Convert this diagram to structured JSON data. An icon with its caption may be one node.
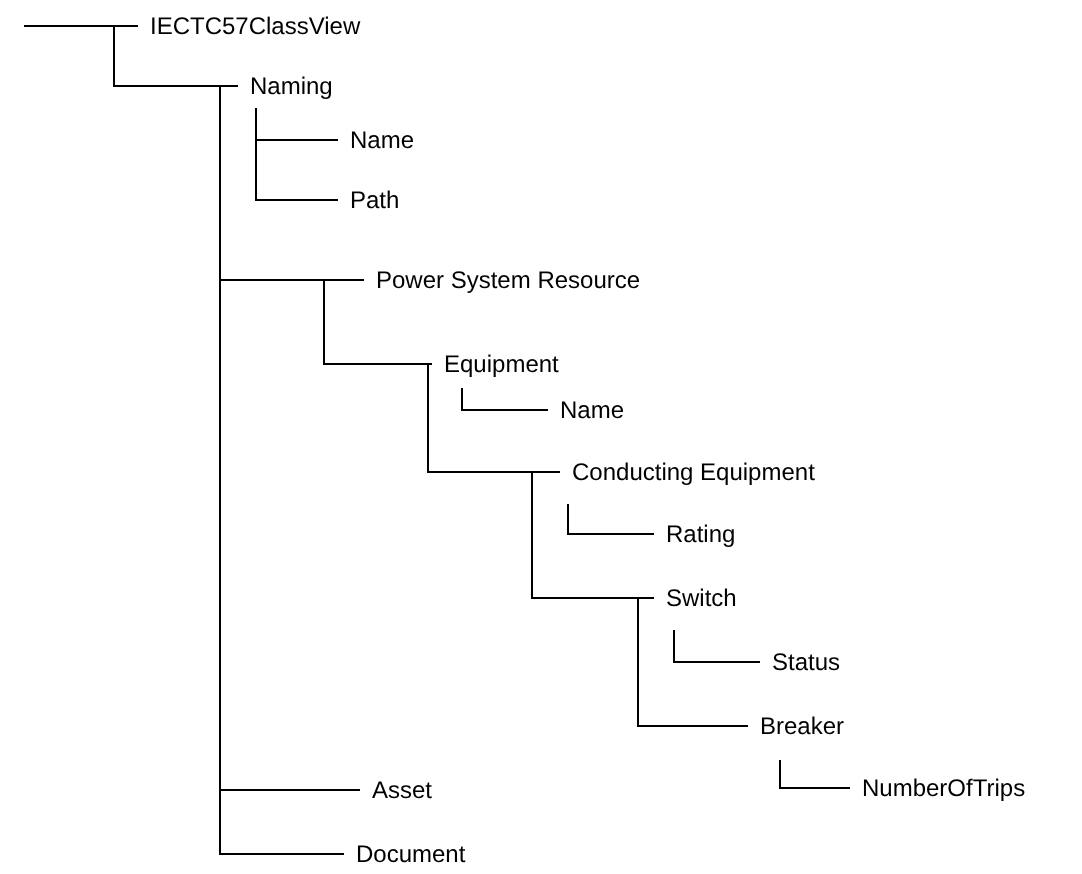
{
  "diagram": {
    "nodes": [
      {
        "text": [
          "IECTC57ClassView"
        ]
      },
      {
        "text": [
          "Naming"
        ]
      },
      {
        "text": [
          "Name"
        ]
      },
      {
        "text": [
          "Path"
        ]
      },
      {
        "text": [
          "Power System Resource"
        ]
      },
      {
        "text": [
          "Equipment"
        ]
      },
      {
        "text": [
          "Name"
        ]
      },
      {
        "text": [
          "Conducting Equipment"
        ]
      },
      {
        "text": [
          "Rating"
        ]
      },
      {
        "text": [
          "Switch"
        ]
      },
      {
        "text": [
          "Status"
        ]
      },
      {
        "text": [
          "Breaker"
        ]
      },
      {
        "text": [
          "NumberOfTrips"
        ]
      },
      {
        "text": [
          "Asset"
        ]
      },
      {
        "text": [
          "Document"
        ]
      }
    ],
    "edges": [
      {
        "from": null,
        "to": 0,
        "arrow": "none"
      },
      {
        "from": 0,
        "to": 1,
        "arrow": "none"
      },
      {
        "from": 1,
        "to": 2,
        "arrow": "none"
      },
      {
        "from": 1,
        "to": 3,
        "arrow": "none"
      },
      {
        "from": 0,
        "to": 4,
        "arrow": "none"
      },
      {
        "from": 4,
        "to": 5,
        "arrow": "none"
      },
      {
        "from": 5,
        "to": 6,
        "arrow": "none"
      },
      {
        "from": 5,
        "to": 7,
        "arrow": "none"
      },
      {
        "from": 7,
        "to": 8,
        "arrow": "none"
      },
      {
        "from": 7,
        "to": 9,
        "arrow": "none"
      },
      {
        "from": 9,
        "to": 10,
        "arrow": "none"
      },
      {
        "from": 9,
        "to": 11,
        "arrow": "none"
      },
      {
        "from": 11,
        "to": 12,
        "arrow": "none"
      },
      {
        "from": 0,
        "to": 13,
        "arrow": "none"
      },
      {
        "from": 0,
        "to": 14,
        "arrow": "none"
      }
    ]
  }
}
